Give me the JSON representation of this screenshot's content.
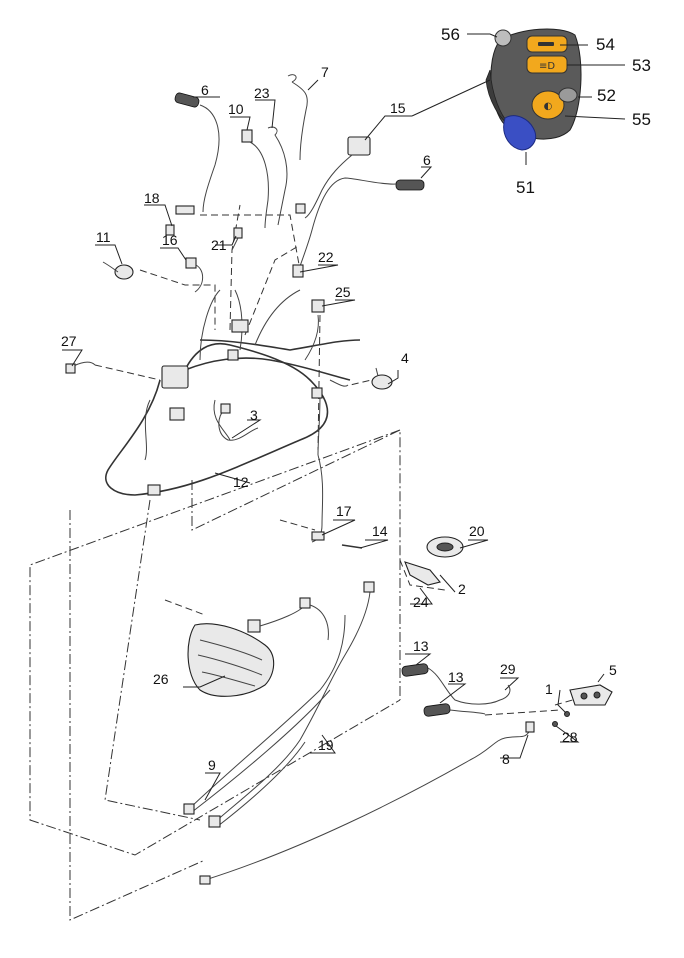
{
  "callouts": [
    {
      "id": "c1",
      "text": "1"
    },
    {
      "id": "c2",
      "text": "2"
    },
    {
      "id": "c3",
      "text": "3"
    },
    {
      "id": "c4",
      "text": "4"
    },
    {
      "id": "c5",
      "text": "5"
    },
    {
      "id": "c6a",
      "text": "6"
    },
    {
      "id": "c6b",
      "text": "6"
    },
    {
      "id": "c7",
      "text": "7"
    },
    {
      "id": "c8",
      "text": "8"
    },
    {
      "id": "c9",
      "text": "9"
    },
    {
      "id": "c10",
      "text": "10"
    },
    {
      "id": "c11",
      "text": "11"
    },
    {
      "id": "c12",
      "text": "12"
    },
    {
      "id": "c13a",
      "text": "13"
    },
    {
      "id": "c13b",
      "text": "13"
    },
    {
      "id": "c14",
      "text": "14"
    },
    {
      "id": "c15",
      "text": "15"
    },
    {
      "id": "c16",
      "text": "16"
    },
    {
      "id": "c17",
      "text": "17"
    },
    {
      "id": "c18",
      "text": "18"
    },
    {
      "id": "c19",
      "text": "19"
    },
    {
      "id": "c20",
      "text": "20"
    },
    {
      "id": "c21",
      "text": "21"
    },
    {
      "id": "c22",
      "text": "22"
    },
    {
      "id": "c23",
      "text": "23"
    },
    {
      "id": "c24",
      "text": "24"
    },
    {
      "id": "c25",
      "text": "25"
    },
    {
      "id": "c26",
      "text": "26"
    },
    {
      "id": "c27",
      "text": "27"
    },
    {
      "id": "c28",
      "text": "28"
    },
    {
      "id": "c29",
      "text": "29"
    }
  ],
  "switch_callouts": [
    {
      "id": "s51",
      "text": "51"
    },
    {
      "id": "s52",
      "text": "52"
    },
    {
      "id": "s53",
      "text": "53"
    },
    {
      "id": "s54",
      "text": "54"
    },
    {
      "id": "s55",
      "text": "55"
    },
    {
      "id": "s56",
      "text": "56"
    }
  ],
  "colors": {
    "switch_body": "#5a5a5a",
    "button_amber": "#f2a81d",
    "trigger_blue": "#3a4fc4",
    "line": "#222222"
  }
}
